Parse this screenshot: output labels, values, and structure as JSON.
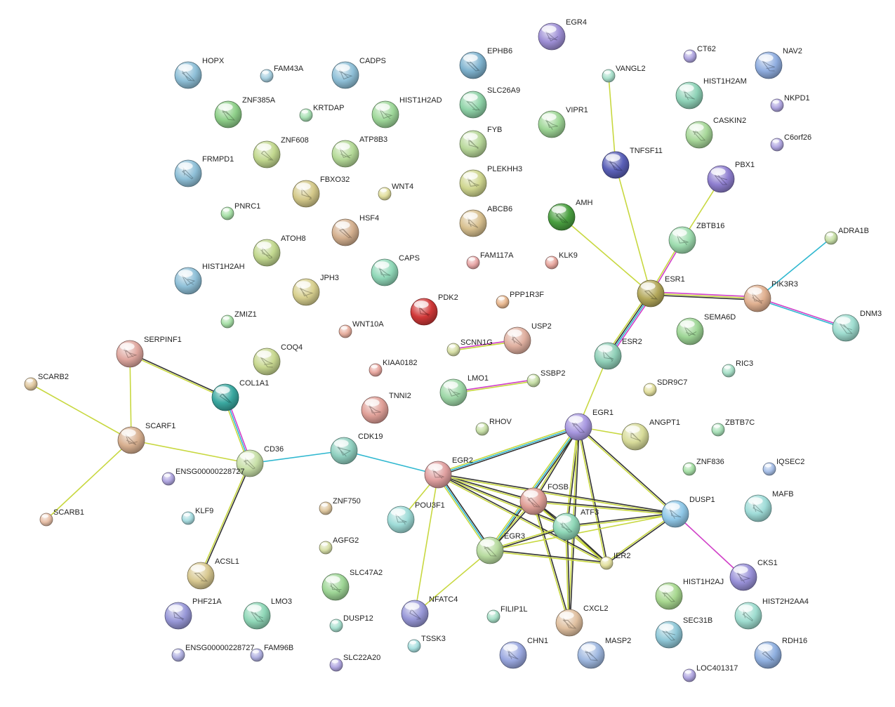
{
  "nodes": [
    {
      "id": "EGR4",
      "color": "#9e8fd6",
      "big": true
    },
    {
      "id": "HOPX",
      "color": "#8fc0d8",
      "big": true
    },
    {
      "id": "FAM43A",
      "color": "#a8d0e0",
      "big": false
    },
    {
      "id": "CADPS",
      "color": "#8fc0d8",
      "big": true
    },
    {
      "id": "EPHB6",
      "color": "#7fb3cf",
      "big": true
    },
    {
      "id": "CT62",
      "color": "#b0a6e0",
      "big": false
    },
    {
      "id": "NAV2",
      "color": "#90aee0",
      "big": true
    },
    {
      "id": "VANGL2",
      "color": "#a9e0cc",
      "big": false
    },
    {
      "id": "HIST1H2AM",
      "color": "#8fd3b8",
      "big": true
    },
    {
      "id": "ZNF385A",
      "color": "#8fd08a",
      "big": true
    },
    {
      "id": "KRTDAP",
      "color": "#a8e0b4",
      "big": false
    },
    {
      "id": "HIST1H2AD",
      "color": "#9fd89a",
      "big": true
    },
    {
      "id": "SLC26A9",
      "color": "#8fd3a8",
      "big": true
    },
    {
      "id": "NKPD1",
      "color": "#b0a6e0",
      "big": false
    },
    {
      "id": "VIPR1",
      "color": "#9ed696",
      "big": true
    },
    {
      "id": "CASKIN2",
      "color": "#a8d89a",
      "big": true
    },
    {
      "id": "FYB",
      "color": "#b8d89a",
      "big": true
    },
    {
      "id": "C6orf26",
      "color": "#b0a6e0",
      "big": false
    },
    {
      "id": "ZNF608",
      "color": "#c2d88f",
      "big": true
    },
    {
      "id": "ATP8B3",
      "color": "#b5da98",
      "big": true
    },
    {
      "id": "TNFSF11",
      "color": "#5a60b8",
      "big": true
    },
    {
      "id": "FRMPD1",
      "color": "#8fc0d8",
      "big": true
    },
    {
      "id": "PLEKHH3",
      "color": "#cfd68f",
      "big": true
    },
    {
      "id": "PBX1",
      "color": "#8f7fd0",
      "big": true
    },
    {
      "id": "FBXO32",
      "color": "#d4c98a",
      "big": true
    },
    {
      "id": "WNT4",
      "color": "#e2df9f",
      "big": false
    },
    {
      "id": "AMH",
      "color": "#4aa040",
      "big": true
    },
    {
      "id": "ABCB6",
      "color": "#d8c08f",
      "big": true
    },
    {
      "id": "PNRC1",
      "color": "#a8e0a8",
      "big": false
    },
    {
      "id": "HSF4",
      "color": "#d4b08f",
      "big": true
    },
    {
      "id": "ZBTB16",
      "color": "#9fddb0",
      "big": true
    },
    {
      "id": "ADRA1B",
      "color": "#c8e0a8",
      "big": false
    },
    {
      "id": "ATOH8",
      "color": "#c2d88f",
      "big": true
    },
    {
      "id": "CAPS",
      "color": "#90d8b8",
      "big": true
    },
    {
      "id": "FAM117A",
      "color": "#e8a8a8",
      "big": false
    },
    {
      "id": "KLK9",
      "color": "#e8a8a0",
      "big": false
    },
    {
      "id": "HIST1H2AH",
      "color": "#8fc0d8",
      "big": true
    },
    {
      "id": "ESR1",
      "color": "#b3a85a",
      "big": true
    },
    {
      "id": "PIK3R3",
      "color": "#e0b090",
      "big": true
    },
    {
      "id": "JPH3",
      "color": "#d8d08f",
      "big": true
    },
    {
      "id": "PPP1R3F",
      "color": "#e8b890",
      "big": false
    },
    {
      "id": "PDK2",
      "color": "#d03838",
      "big": true
    },
    {
      "id": "DNM3",
      "color": "#9fddd0",
      "big": true
    },
    {
      "id": "ZMIZ1",
      "color": "#a8e0a8",
      "big": false
    },
    {
      "id": "SEMA6D",
      "color": "#9ed696",
      "big": true
    },
    {
      "id": "WNT10A",
      "color": "#e8b0a0",
      "big": false
    },
    {
      "id": "USP2",
      "color": "#e0b0a0",
      "big": true
    },
    {
      "id": "SERPINF1",
      "color": "#e0a8a0",
      "big": true
    },
    {
      "id": "SCNN1G",
      "color": "#d8e0a8",
      "big": false
    },
    {
      "id": "ESR2",
      "color": "#90d0b8",
      "big": true
    },
    {
      "id": "COQ4",
      "color": "#c8d890",
      "big": true
    },
    {
      "id": "KIAA0182",
      "color": "#e8a8a0",
      "big": false
    },
    {
      "id": "RIC3",
      "color": "#a8e0c8",
      "big": false
    },
    {
      "id": "SCARB2",
      "color": "#e0c8a0",
      "big": false
    },
    {
      "id": "COL1A1",
      "color": "#3aa8a0",
      "big": true
    },
    {
      "id": "LMO1",
      "color": "#9fd8a8",
      "big": true
    },
    {
      "id": "SSBP2",
      "color": "#c8e0a8",
      "big": false
    },
    {
      "id": "SDR9C7",
      "color": "#e2df9f",
      "big": false
    },
    {
      "id": "TNNI2",
      "color": "#e0a098",
      "big": true
    },
    {
      "id": "EGR1",
      "color": "#a898e0",
      "big": true
    },
    {
      "id": "ANGPT1",
      "color": "#d8dc9a",
      "big": true
    },
    {
      "id": "RHOV",
      "color": "#c8e0a8",
      "big": false
    },
    {
      "id": "ZBTB7C",
      "color": "#a8e0b8",
      "big": false
    },
    {
      "id": "SCARF1",
      "color": "#d8b090",
      "big": true
    },
    {
      "id": "CDK19",
      "color": "#90d0c0",
      "big": true
    },
    {
      "id": "CD36",
      "color": "#c8e0a8",
      "big": true
    },
    {
      "id": "EGR2",
      "color": "#e0a0a0",
      "big": true
    },
    {
      "id": "ZNF836",
      "color": "#a8e0a8",
      "big": false
    },
    {
      "id": "IQSEC2",
      "color": "#a8c0e8",
      "big": false
    },
    {
      "id": "ENSG00000228727",
      "color": "#b0a6e0",
      "big": false
    },
    {
      "id": "FOSB",
      "color": "#e0a098",
      "big": true
    },
    {
      "id": "MAFB",
      "color": "#9fdcd8",
      "big": true
    },
    {
      "id": "SCARB1",
      "color": "#e8c0a8",
      "big": false
    },
    {
      "id": "ZNF750",
      "color": "#e0c8a0",
      "big": false
    },
    {
      "id": "POU3F1",
      "color": "#9fdcd8",
      "big": true
    },
    {
      "id": "KLF9",
      "color": "#a8dce0",
      "big": false
    },
    {
      "id": "ATF3",
      "color": "#90d8b8",
      "big": true
    },
    {
      "id": "DUSP1",
      "color": "#90c8e8",
      "big": true
    },
    {
      "id": "EGR3",
      "color": "#b8dca0",
      "big": true
    },
    {
      "id": "AGFG2",
      "color": "#d8e0a8",
      "big": false
    },
    {
      "id": "IER2",
      "color": "#e2df9f",
      "big": false
    },
    {
      "id": "ACSL1",
      "color": "#d8c890",
      "big": true
    },
    {
      "id": "SLC47A2",
      "color": "#9ed696",
      "big": true
    },
    {
      "id": "CKS1",
      "color": "#9890d8",
      "big": true
    },
    {
      "id": "HIST1H2AJ",
      "color": "#a8d890",
      "big": true
    },
    {
      "id": "PHF21A",
      "color": "#9898d8",
      "big": true
    },
    {
      "id": "LMO3",
      "color": "#90d8b8",
      "big": true
    },
    {
      "id": "NFATC4",
      "color": "#9898d8",
      "big": true
    },
    {
      "id": "FILIP1L",
      "color": "#a8e0c8",
      "big": false
    },
    {
      "id": "CXCL2",
      "color": "#e0c0a0",
      "big": true
    },
    {
      "id": "HIST2H2AA4",
      "color": "#9fddd0",
      "big": true
    },
    {
      "id": "DUSP12",
      "color": "#a8e0d0",
      "big": false
    },
    {
      "id": "SEC31B",
      "color": "#90c8d8",
      "big": true
    },
    {
      "id": "ENSG00000228727 ",
      "color": "#b0b0e0",
      "big": false
    },
    {
      "id": "FAM96B",
      "color": "#b0b0e0",
      "big": false
    },
    {
      "id": "TSSK3",
      "color": "#a8e0e0",
      "big": false
    },
    {
      "id": "CHN1",
      "color": "#9aa8e0",
      "big": true
    },
    {
      "id": "MASP2",
      "color": "#9fb8e0",
      "big": true
    },
    {
      "id": "RDH16",
      "color": "#90b0e0",
      "big": true
    },
    {
      "id": "SLC22A20",
      "color": "#b0a6e0",
      "big": false
    },
    {
      "id": "LOC401317",
      "color": "#b0a6e0",
      "big": false
    }
  ],
  "edges": [
    {
      "a": "VANGL2",
      "b": "TNFSF11",
      "types": [
        "text"
      ]
    },
    {
      "a": "TNFSF11",
      "b": "ESR1",
      "types": [
        "text"
      ]
    },
    {
      "a": "PBX1",
      "b": "ZBTB16",
      "types": [
        "text"
      ]
    },
    {
      "a": "ZBTB16",
      "b": "ESR1",
      "types": [
        "exp",
        "text"
      ]
    },
    {
      "a": "AMH",
      "b": "ESR1",
      "types": [
        "text"
      ]
    },
    {
      "a": "ADRA1B",
      "b": "PIK3R3",
      "types": [
        "db"
      ]
    },
    {
      "a": "ESR1",
      "b": "PIK3R3",
      "types": [
        "exp",
        "text",
        "co"
      ]
    },
    {
      "a": "PIK3R3",
      "b": "DNM3",
      "types": [
        "exp",
        "db"
      ]
    },
    {
      "a": "ESR1",
      "b": "ESR2",
      "types": [
        "exp",
        "db",
        "co",
        "text"
      ]
    },
    {
      "a": "ESR2",
      "b": "EGR1",
      "types": [
        "text"
      ]
    },
    {
      "a": "SCNN1G",
      "b": "USP2",
      "types": [
        "exp",
        "text"
      ]
    },
    {
      "a": "LMO1",
      "b": "SSBP2",
      "types": [
        "exp",
        "text"
      ]
    },
    {
      "a": "SERPINF1",
      "b": "COL1A1",
      "types": [
        "co",
        "text"
      ]
    },
    {
      "a": "SERPINF1",
      "b": "SCARF1",
      "types": [
        "text"
      ]
    },
    {
      "a": "SCARB2",
      "b": "SCARF1",
      "types": [
        "text"
      ]
    },
    {
      "a": "SCARF1",
      "b": "SCARB1",
      "types": [
        "text"
      ]
    },
    {
      "a": "SCARF1",
      "b": "CD36",
      "types": [
        "text"
      ]
    },
    {
      "a": "COL1A1",
      "b": "CD36",
      "types": [
        "exp",
        "db",
        "text"
      ]
    },
    {
      "a": "CD36",
      "b": "CDK19",
      "types": [
        "db"
      ]
    },
    {
      "a": "CDK19",
      "b": "EGR2",
      "types": [
        "db"
      ]
    },
    {
      "a": "CD36",
      "b": "ACSL1",
      "types": [
        "co",
        "text"
      ]
    },
    {
      "a": "EGR1",
      "b": "EGR2",
      "types": [
        "co",
        "db",
        "text"
      ]
    },
    {
      "a": "EGR1",
      "b": "FOSB",
      "types": [
        "co",
        "text"
      ]
    },
    {
      "a": "EGR1",
      "b": "ATF3",
      "types": [
        "co",
        "text"
      ]
    },
    {
      "a": "EGR1",
      "b": "EGR3",
      "types": [
        "co",
        "db",
        "text"
      ]
    },
    {
      "a": "EGR1",
      "b": "DUSP1",
      "types": [
        "co",
        "text"
      ]
    },
    {
      "a": "EGR1",
      "b": "IER2",
      "types": [
        "co",
        "text"
      ]
    },
    {
      "a": "EGR1",
      "b": "CXCL2",
      "types": [
        "co",
        "text"
      ]
    },
    {
      "a": "EGR1",
      "b": "ANGPT1",
      "types": [
        "text"
      ]
    },
    {
      "a": "EGR2",
      "b": "FOSB",
      "types": [
        "co",
        "text"
      ]
    },
    {
      "a": "EGR2",
      "b": "ATF3",
      "types": [
        "co",
        "text"
      ]
    },
    {
      "a": "EGR2",
      "b": "EGR3",
      "types": [
        "co",
        "db",
        "text"
      ]
    },
    {
      "a": "EGR2",
      "b": "IER2",
      "types": [
        "co",
        "text"
      ]
    },
    {
      "a": "EGR2",
      "b": "DUSP1",
      "types": [
        "co",
        "text"
      ]
    },
    {
      "a": "EGR2",
      "b": "POU3F1",
      "types": [
        "text"
      ]
    },
    {
      "a": "EGR2",
      "b": "NFATC4",
      "types": [
        "text"
      ]
    },
    {
      "a": "FOSB",
      "b": "ATF3",
      "types": [
        "co",
        "text"
      ]
    },
    {
      "a": "FOSB",
      "b": "EGR3",
      "types": [
        "co",
        "text"
      ]
    },
    {
      "a": "FOSB",
      "b": "DUSP1",
      "types": [
        "co",
        "text"
      ]
    },
    {
      "a": "FOSB",
      "b": "IER2",
      "types": [
        "co",
        "text"
      ]
    },
    {
      "a": "FOSB",
      "b": "CXCL2",
      "types": [
        "co",
        "text"
      ]
    },
    {
      "a": "ATF3",
      "b": "EGR3",
      "types": [
        "co",
        "text"
      ]
    },
    {
      "a": "ATF3",
      "b": "DUSP1",
      "types": [
        "co",
        "text"
      ]
    },
    {
      "a": "ATF3",
      "b": "IER2",
      "types": [
        "co",
        "text"
      ]
    },
    {
      "a": "ATF3",
      "b": "CXCL2",
      "types": [
        "co",
        "text"
      ]
    },
    {
      "a": "EGR3",
      "b": "DUSP1",
      "types": [
        "text"
      ]
    },
    {
      "a": "EGR3",
      "b": "IER2",
      "types": [
        "co",
        "text"
      ]
    },
    {
      "a": "EGR3",
      "b": "NFATC4",
      "types": [
        "text"
      ]
    },
    {
      "a": "DUSP1",
      "b": "IER2",
      "types": [
        "co",
        "text"
      ]
    },
    {
      "a": "DUSP1",
      "b": "CKS1",
      "types": [
        "exp"
      ]
    }
  ],
  "edge_colors": {
    "text": "#c8d840",
    "co": "#333333",
    "db": "#30b8d0",
    "exp": "#d040c8"
  }
}
